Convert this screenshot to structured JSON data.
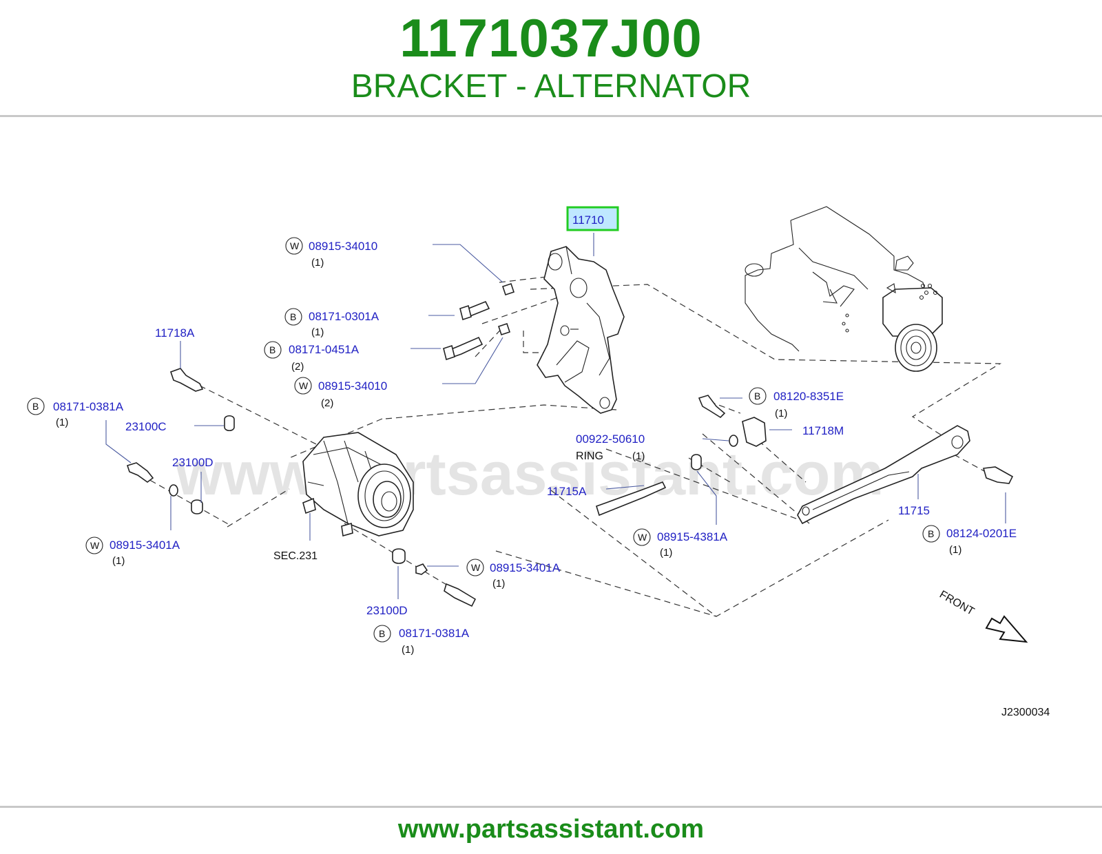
{
  "header": {
    "part_number": "1171037J00",
    "part_name": "BRACKET - ALTERNATOR"
  },
  "footer": {
    "website": "www.partsassistant.com"
  },
  "watermark": "www.partsassistant.com",
  "diagram_id": "J2300034",
  "front_label": "FRONT",
  "colors": {
    "title": "#1a8c1a",
    "callout": "#2121c4",
    "highlight_border": "#22cc22",
    "highlight_fill": "#bfe8ff"
  },
  "callouts": [
    {
      "prefix": "",
      "code": "11710",
      "qty": "",
      "highlight": true
    },
    {
      "prefix": "W",
      "code": "08915-34010",
      "qty": "(1)"
    },
    {
      "prefix": "B",
      "code": "08171-0301A",
      "qty": "(1)"
    },
    {
      "prefix": "B",
      "code": "08171-0451A",
      "qty": "(2)"
    },
    {
      "prefix": "W",
      "code": "08915-34010",
      "qty": "(2)"
    },
    {
      "prefix": "",
      "code": "11718A",
      "qty": ""
    },
    {
      "prefix": "B",
      "code": "08171-0381A",
      "qty": "(1)"
    },
    {
      "prefix": "",
      "code": "23100C",
      "qty": ""
    },
    {
      "prefix": "",
      "code": "23100D",
      "qty": ""
    },
    {
      "prefix": "W",
      "code": "08915-3401A",
      "qty": "(1)"
    },
    {
      "prefix": "W",
      "code": "08915-3401A",
      "qty": "(1)"
    },
    {
      "prefix": "",
      "code": "23100D",
      "qty": ""
    },
    {
      "prefix": "B",
      "code": "08171-0381A",
      "qty": "(1)"
    },
    {
      "prefix": "",
      "code": "00922-50610",
      "qty": ""
    },
    {
      "prefix": "B",
      "code": "08120-8351E",
      "qty": "(1)"
    },
    {
      "prefix": "",
      "code": "11718M",
      "qty": ""
    },
    {
      "prefix": "",
      "code": "11715A",
      "qty": ""
    },
    {
      "prefix": "W",
      "code": "08915-4381A",
      "qty": "(1)"
    },
    {
      "prefix": "",
      "code": "11715",
      "qty": ""
    },
    {
      "prefix": "B",
      "code": "08124-0201E",
      "qty": "(1)"
    }
  ],
  "ring": {
    "label": "RING",
    "qty": "(1)"
  },
  "section_ref": "SEC.231"
}
